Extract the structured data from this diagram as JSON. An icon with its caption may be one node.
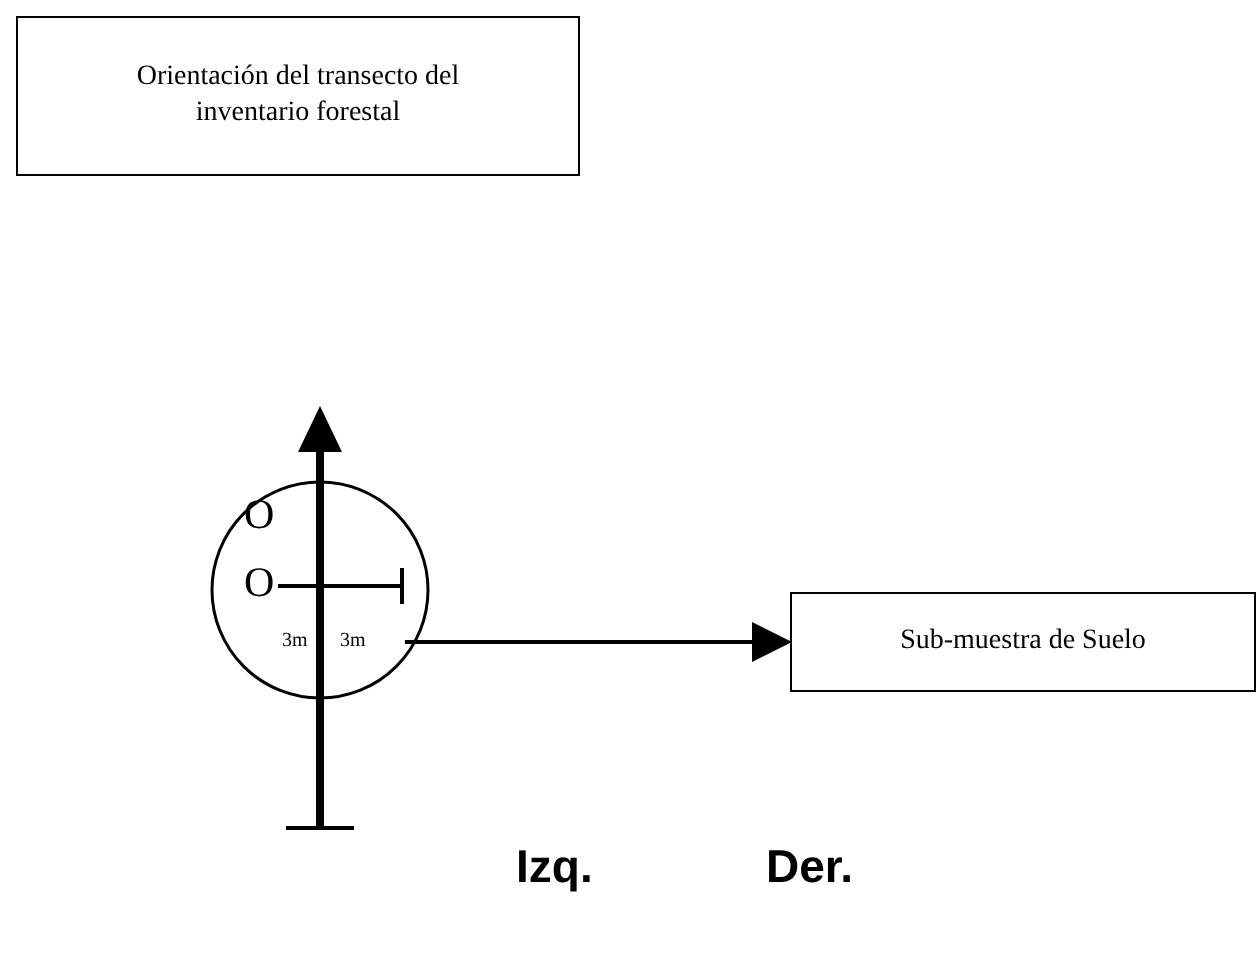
{
  "diagram": {
    "nodes": [
      {
        "text": [
          "Orientación del transecto del inventario forestal"
        ]
      },
      {
        "text": [],
        "shape": "circle"
      },
      {
        "text": [
          "Sub-muestra de Suelo"
        ]
      }
    ],
    "edges": [
      {
        "from": 1,
        "to": 2,
        "arrow": "to"
      }
    ],
    "labels": [
      "O",
      "O",
      "3m",
      "3m",
      "Izq.",
      "Der."
    ]
  }
}
